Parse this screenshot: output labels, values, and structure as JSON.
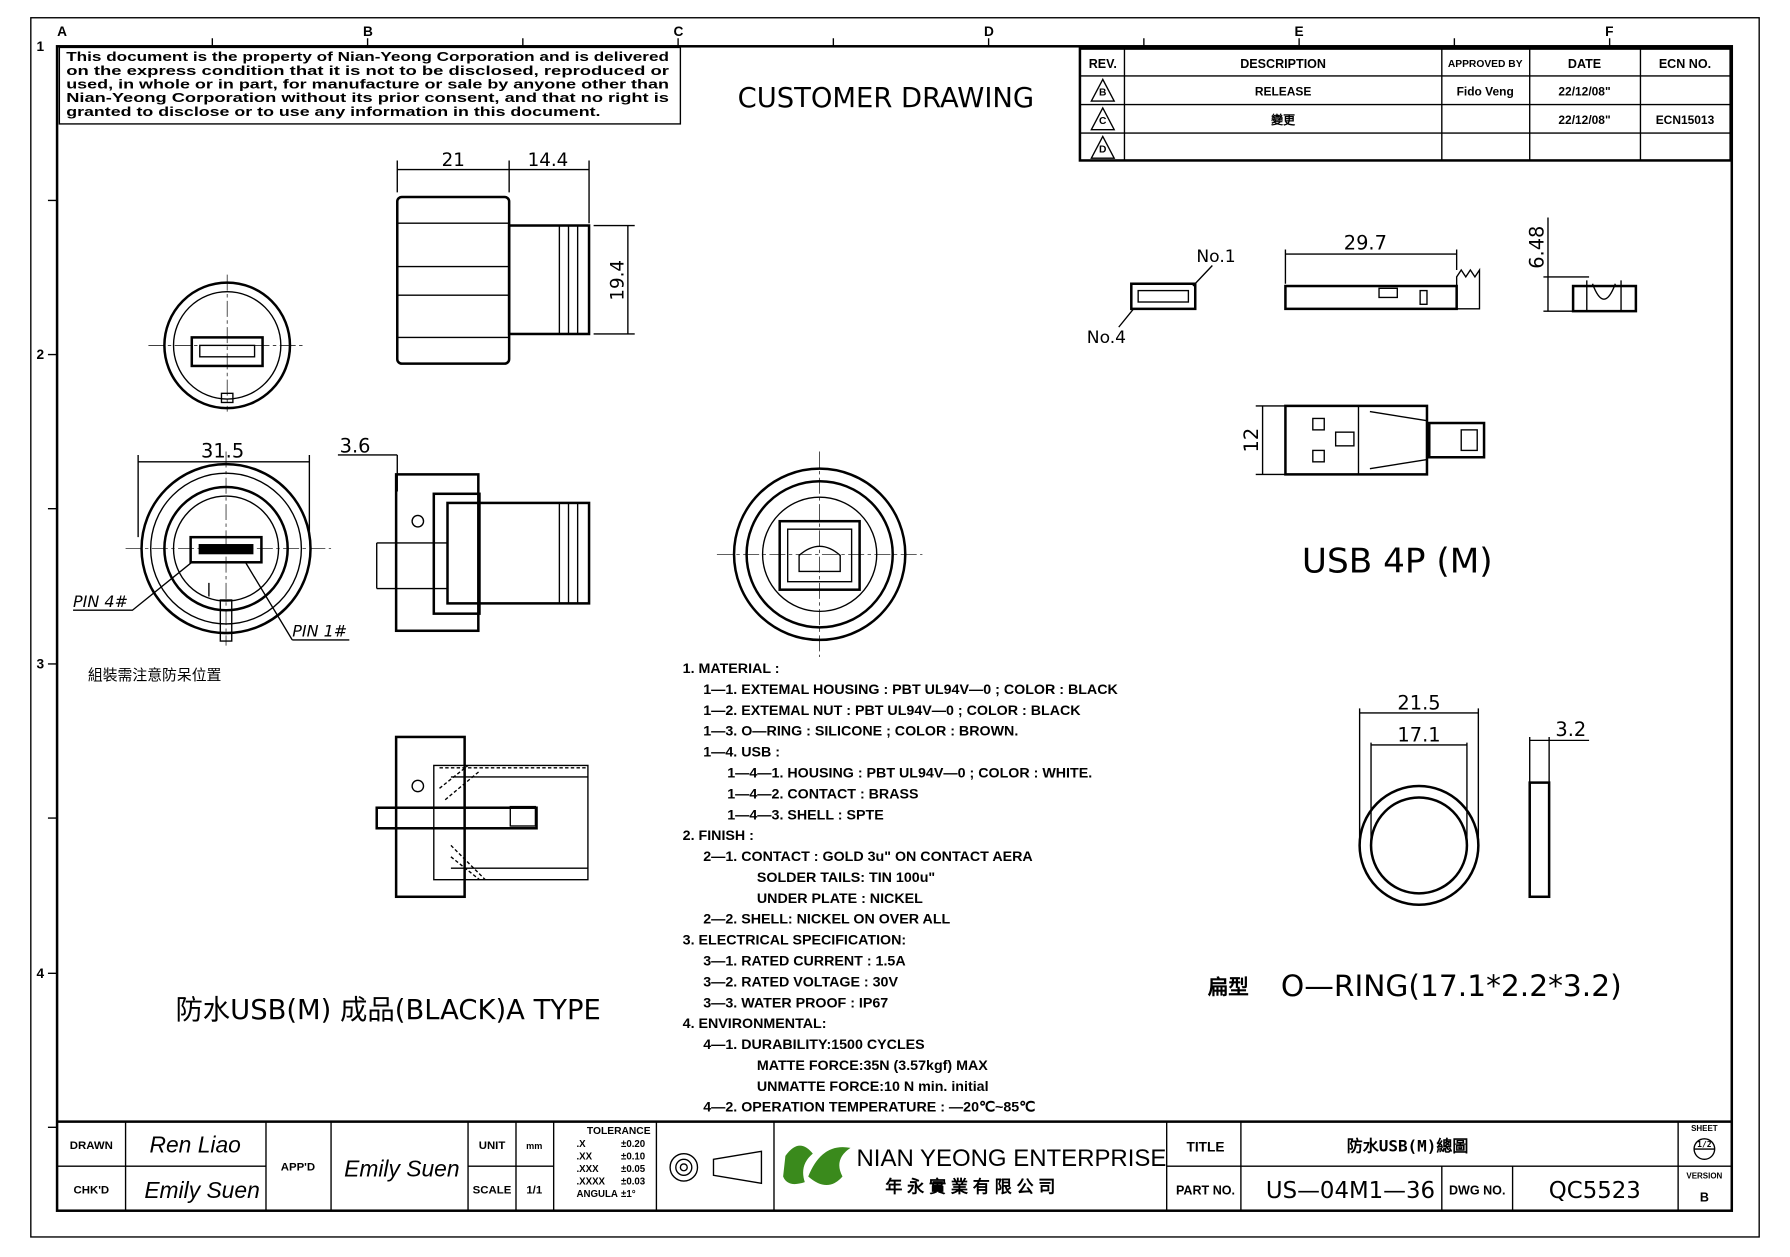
{
  "grid": {
    "columns": [
      "A",
      "B",
      "C",
      "D",
      "E",
      "F"
    ],
    "rows": [
      "1",
      "2",
      "3",
      "4"
    ]
  },
  "disclaimer": [
    "This document is the property of Nian-Yeong Corporation and is delivered",
    "on  the  express condition that it is not to be disclosed, reproduced or",
    "used, in whole or in part, for manufacture or sale by anyone other than",
    "Nian-Yeong Corporation without  its prior consent, and that  no right  is",
    "granted to disclose or to use any information in this  document."
  ],
  "heading": "CUSTOMER  DRAWING",
  "revision_table": {
    "headers": [
      "REV.",
      "DESCRIPTION",
      "APPROVED BY",
      "DATE",
      "ECN NO."
    ],
    "rows": [
      {
        "rev": "B",
        "description": "RELEASE",
        "approved_by": "Fido Veng",
        "date": "22/12/08\"",
        "ecn": ""
      },
      {
        "rev": "C",
        "description": "變更",
        "approved_by": "",
        "date": "22/12/08\"",
        "ecn": "ECN15013"
      },
      {
        "rev": "D",
        "description": "",
        "approved_by": "",
        "date": "",
        "ecn": ""
      }
    ]
  },
  "dimensions": {
    "side_width_a": "21",
    "side_width_b": "14.4",
    "side_height": "19.4",
    "front_diameter": "31.5",
    "flange": "3.6",
    "pin1": "No.1",
    "pin4": "No.4",
    "usb_length": "29.7",
    "usb_height": "6.48",
    "usb_width": "12",
    "oring_outer": "21.5",
    "oring_inner": "17.1",
    "oring_thickness": "3.2"
  },
  "labels": {
    "pin4": "PIN 4#",
    "pin1": "PIN 1#",
    "assembly_note": "組裝需注意防呆位置",
    "usb_title": "USB  4P  (M)",
    "product_title": "防水USB(M)  成品(BLACK)A  TYPE",
    "oring_prefix": "扁型",
    "oring_title": "O—RING(17.1*2.2*3.2)"
  },
  "notes": [
    {
      "level": 0,
      "text": "1.  MATERIAL  :"
    },
    {
      "level": 1,
      "text": "1—1.  EXTEMAL  HOUSING  :  PBT  UL94V—0  ;  COLOR  :  BLACK"
    },
    {
      "level": 1,
      "text": "1—2.  EXTEMAL  NUT  :   PBT  UL94V—0  ;  COLOR  :  BLACK"
    },
    {
      "level": 1,
      "text": "1—3.  O—RING  :  SILICONE  ;  COLOR  :  BROWN."
    },
    {
      "level": 1,
      "text": "1—4.  USB  :"
    },
    {
      "level": 2,
      "text": "1—4—1.  HOUSING  :  PBT  UL94V—0  ;  COLOR  :  WHITE."
    },
    {
      "level": 2,
      "text": "1—4—2.  CONTACT  :  BRASS"
    },
    {
      "level": 2,
      "text": "1—4—3.  SHELL  :  SPTE"
    },
    {
      "level": 0,
      "text": "2.  FINISH  :"
    },
    {
      "level": 1,
      "text": "2—1.  CONTACT  :  GOLD  3u\"  ON  CONTACT  AERA"
    },
    {
      "level": 3,
      "text": "SOLDER  TAILS:  TIN  100u\""
    },
    {
      "level": 3,
      "text": "UNDER  PLATE  :  NICKEL"
    },
    {
      "level": 1,
      "text": "2—2.  SHELL:  NICKEL  ON  OVER  ALL"
    },
    {
      "level": 0,
      "text": "3.  ELECTRICAL  SPECIFICATION:"
    },
    {
      "level": 1,
      "text": "3—1.  RATED  CURRENT  :  1.5A"
    },
    {
      "level": 1,
      "text": "3—2.  RATED  VOLTAGE  :  30V"
    },
    {
      "level": 1,
      "text": "3—3.  WATER  PROOF  :  IP67"
    },
    {
      "level": 0,
      "text": "4.  ENVIRONMENTAL:"
    },
    {
      "level": 1,
      "text": "4—1.  DURABILITY:1500  CYCLES"
    },
    {
      "level": 3,
      "text": "MATTE  FORCE:35N  (3.57kgf)  MAX"
    },
    {
      "level": 3,
      "text": "UNMATTE  FORCE:10  N  min.  initial"
    },
    {
      "level": 1,
      "text": "4—2.  OPERATION  TEMPERATURE  :  —20℃~85℃"
    }
  ],
  "title_block": {
    "drawn_label": "DRAWN",
    "drawn_by": "Ren  Liao",
    "checked_label": "CHK'D",
    "checked_by": "Emily  Suen",
    "approved_label": "APP'D",
    "approved_by": "Emily  Suen",
    "unit_label": "UNIT",
    "unit": "mm",
    "scale_label": "SCALE",
    "scale": "1/1",
    "tolerance_label": "TOLERANCE",
    "tolerances": [
      {
        "k": ".X",
        "v": "±0.20"
      },
      {
        "k": ".XX",
        "v": "±0.10"
      },
      {
        "k": ".XXX",
        "v": "±0.05"
      },
      {
        "k": ".XXXX",
        "v": "±0.03"
      },
      {
        "k": "ANGULA",
        "v": "±1°"
      }
    ],
    "company_name": "NIAN YEONG ENTERPRISE",
    "company_name_cn": "年 永 實 業 有 限 公 司",
    "title_label": "TITLE",
    "title": "防水USB(M)總圖",
    "part_no_label": "PART NO.",
    "part_no": "US—04M1—36",
    "dwg_no_label": "DWG NO.",
    "dwg_no": "QC5523",
    "sheet_label": "SHEET",
    "sheet": "1/2",
    "version_label": "VERSION",
    "version": "B",
    "logo_color": "#3a8a1c"
  }
}
